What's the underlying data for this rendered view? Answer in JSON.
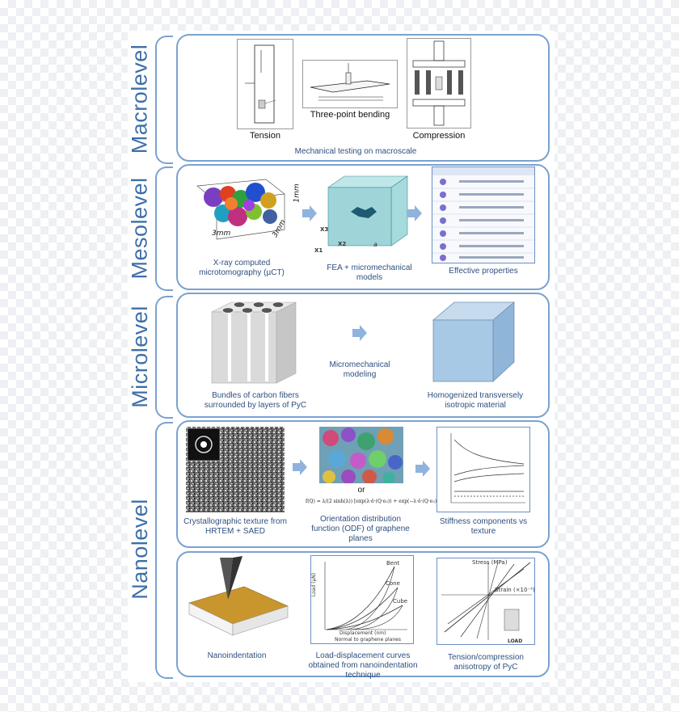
{
  "levels": {
    "macro": "Macrolevel",
    "meso": "Mesolevel",
    "micro": "Microlevel",
    "nano": "Nanolevel"
  },
  "macro": {
    "tension": "Tension",
    "bending": "Three-point bending",
    "compression": "Compression",
    "caption": "Mechanical testing on macroscale"
  },
  "meso": {
    "uct_caption": "X-ray computed microtomography (µCT)",
    "fea_caption": "FEA + micromechanical models",
    "props_caption": "Effective properties",
    "dim_3mm_a": "3mm",
    "dim_3mm_b": "3mm",
    "dim_1mm": "1mm",
    "axis_x3": "X3",
    "axis_x2": "X2",
    "axis_x1": "X1",
    "axis_a": "a"
  },
  "micro": {
    "bundles_caption": "Bundles of carbon fibers surrounded by layers of PyC",
    "modeling_caption": "Micromechanical modeling",
    "homog_caption": "Homogenized transversely isotropic material"
  },
  "nano": {
    "texture_caption": "Crystallographic texture from HRTEM + SAED",
    "or_label": "or",
    "odf_caption": "Orientation distribution function (ODF) of graphene planes",
    "stiffness_caption": "Stiffness components vs texture",
    "indent_caption": "Nanoindentation",
    "load_caption": "Load-displacement curves obtained from nanoindentation technique",
    "aniso_caption": "Tension/compression anisotropy of PyC",
    "formula": "f(Q) = λ/(2 sinh(λ)) [exp(λ·ê·(Q·e₃)) + exp(−λ·ê·(Q·e₃))]",
    "curve_bent": "Bent",
    "curve_cone": "Cone",
    "curve_cube": "Cube",
    "ld_xlabel": "Displacement (nm)",
    "ld_sublabel": "Normal to graphene planes",
    "ld_ylabel": "Load (µN)",
    "stress_label": "Stress (MPa)",
    "strain_label": "Strain (×10⁻³)",
    "load_label": "LOAD"
  },
  "colors": {
    "frame": "#7aa2cf",
    "title": "#3e6fa8",
    "caption": "#2f4f80",
    "arrow": "#8fb3dd"
  }
}
